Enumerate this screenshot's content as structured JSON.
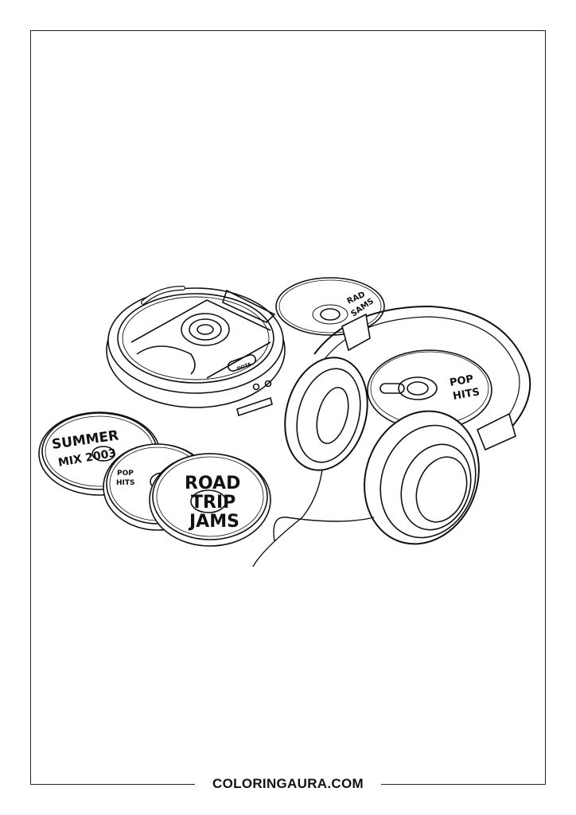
{
  "footer": {
    "site": "COLORINGAURA.COM"
  },
  "cd_labels": {
    "summer": [
      "SUMMER",
      "MIX 2003"
    ],
    "pop_hits_small": [
      "POP",
      "HITS"
    ],
    "road_trip": [
      "ROAD",
      "TRIP",
      "JAMS"
    ],
    "rad_sams": [
      "RAD",
      "SAMS"
    ],
    "pop_hits_right": [
      "POP",
      "HITS"
    ]
  },
  "player": {
    "button_text": "DOTA"
  },
  "colors": {
    "line": "#111111",
    "background": "#ffffff"
  }
}
